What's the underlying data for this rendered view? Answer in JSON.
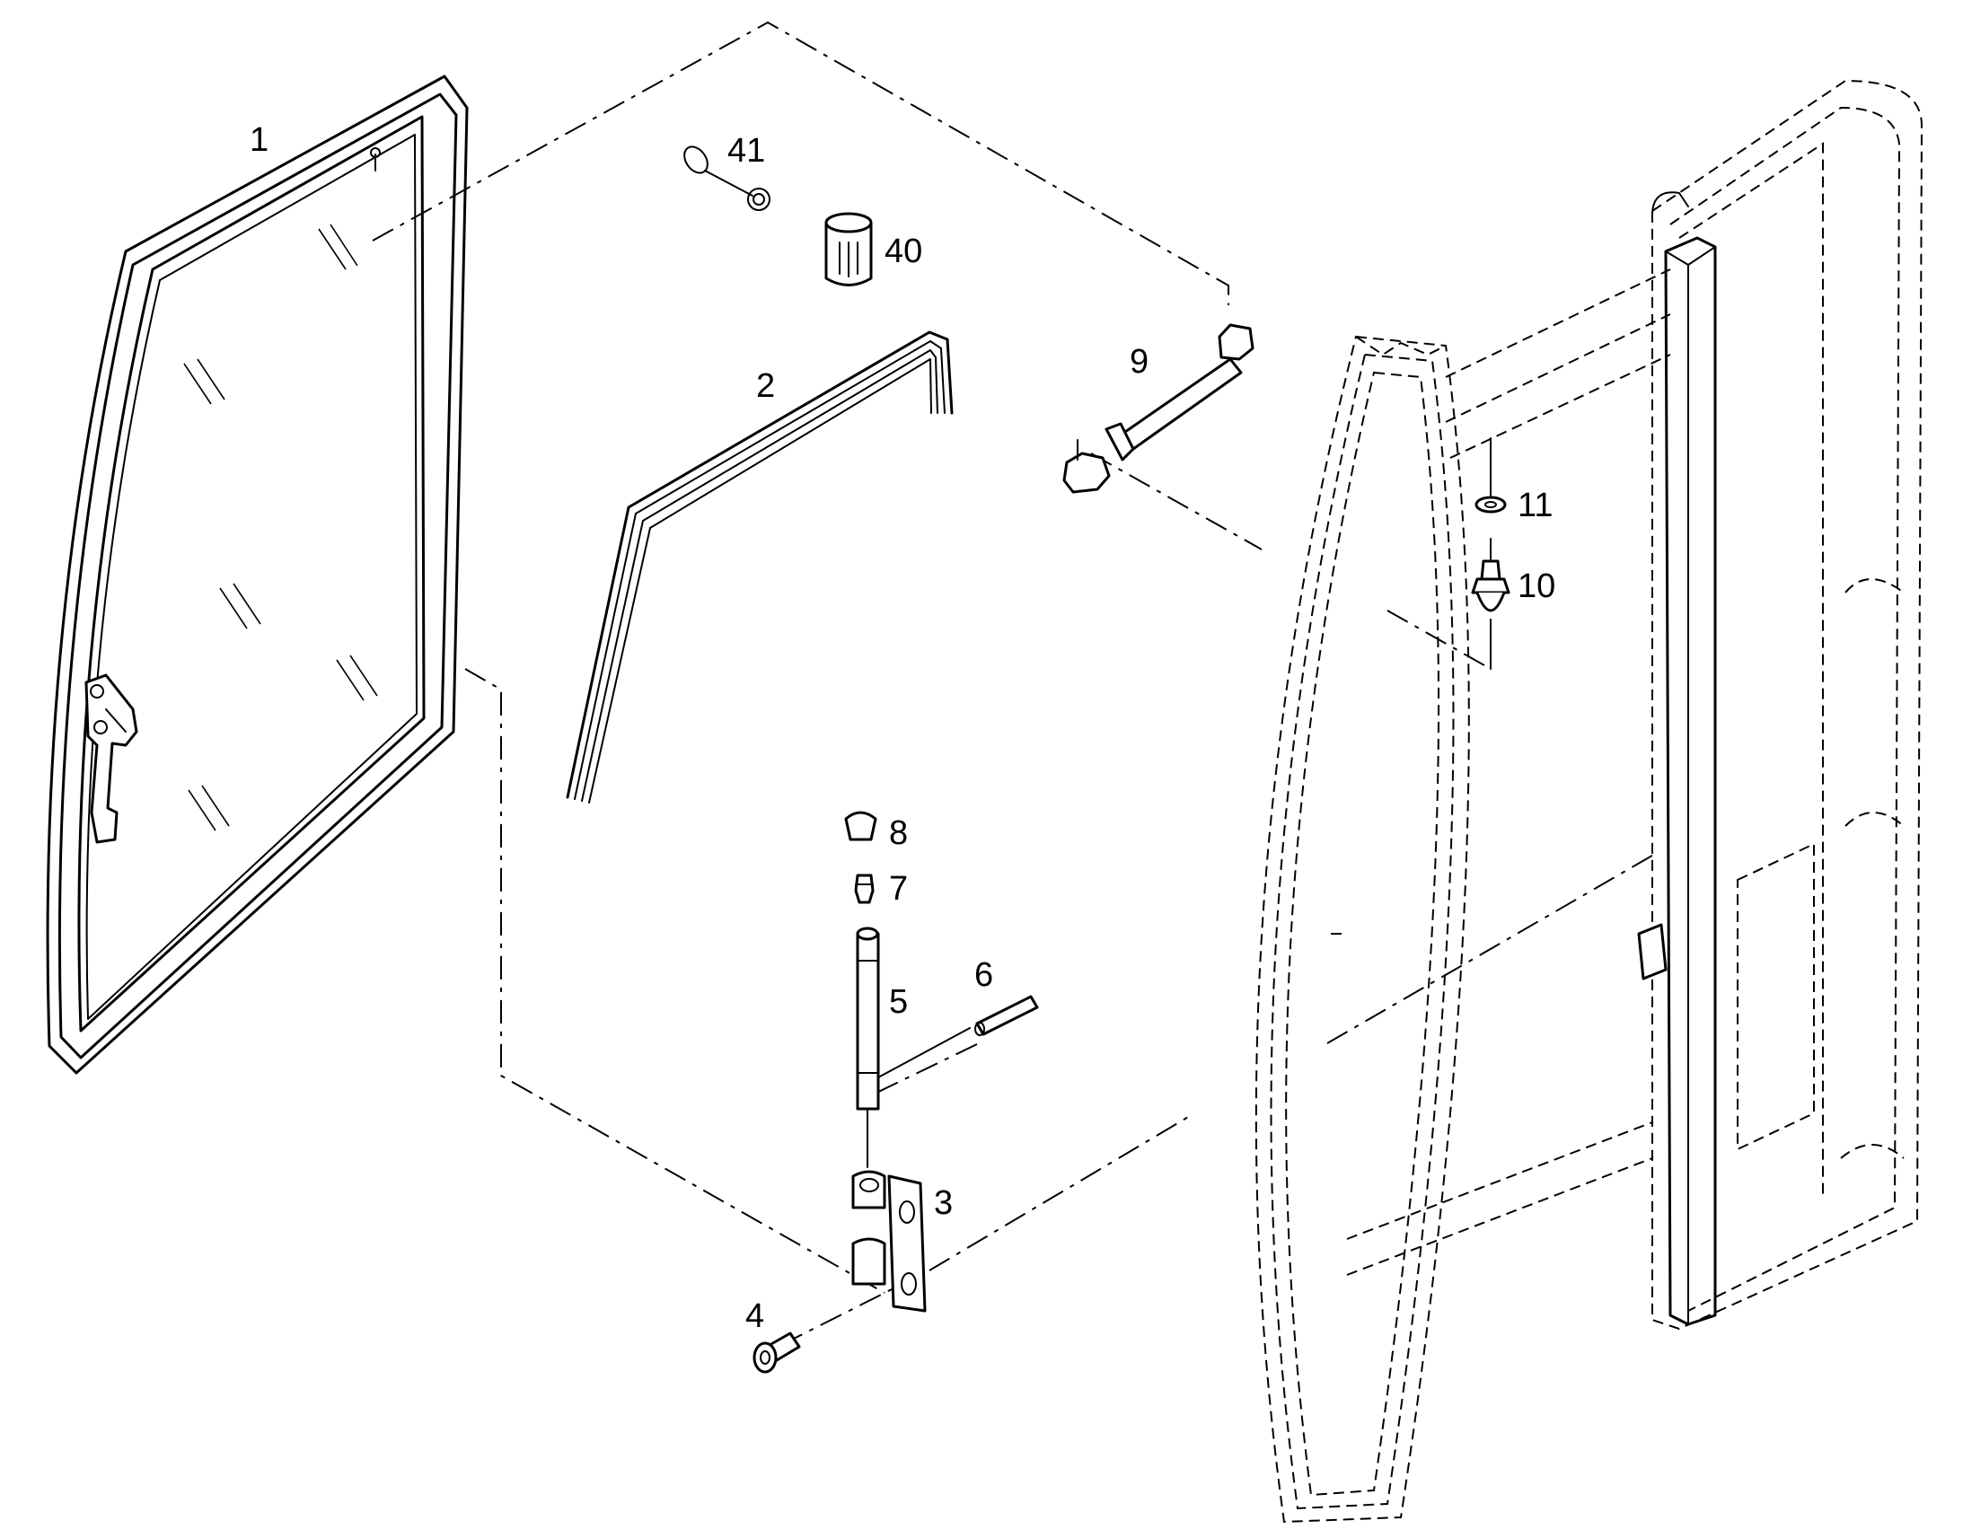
{
  "diagram": {
    "type": "exploded-parts-diagram",
    "callouts": [
      {
        "id": "callout-1",
        "label": "1"
      },
      {
        "id": "callout-2",
        "label": "2"
      },
      {
        "id": "callout-3",
        "label": "3"
      },
      {
        "id": "callout-4",
        "label": "4"
      },
      {
        "id": "callout-5",
        "label": "5"
      },
      {
        "id": "callout-6",
        "label": "6"
      },
      {
        "id": "callout-7",
        "label": "7"
      },
      {
        "id": "callout-8",
        "label": "8"
      },
      {
        "id": "callout-9",
        "label": "9"
      },
      {
        "id": "callout-10",
        "label": "10"
      },
      {
        "id": "callout-11",
        "label": "11"
      },
      {
        "id": "callout-40",
        "label": "40"
      },
      {
        "id": "callout-41",
        "label": "41"
      }
    ],
    "colors": {
      "line": "#000000",
      "background": "#ffffff"
    }
  }
}
